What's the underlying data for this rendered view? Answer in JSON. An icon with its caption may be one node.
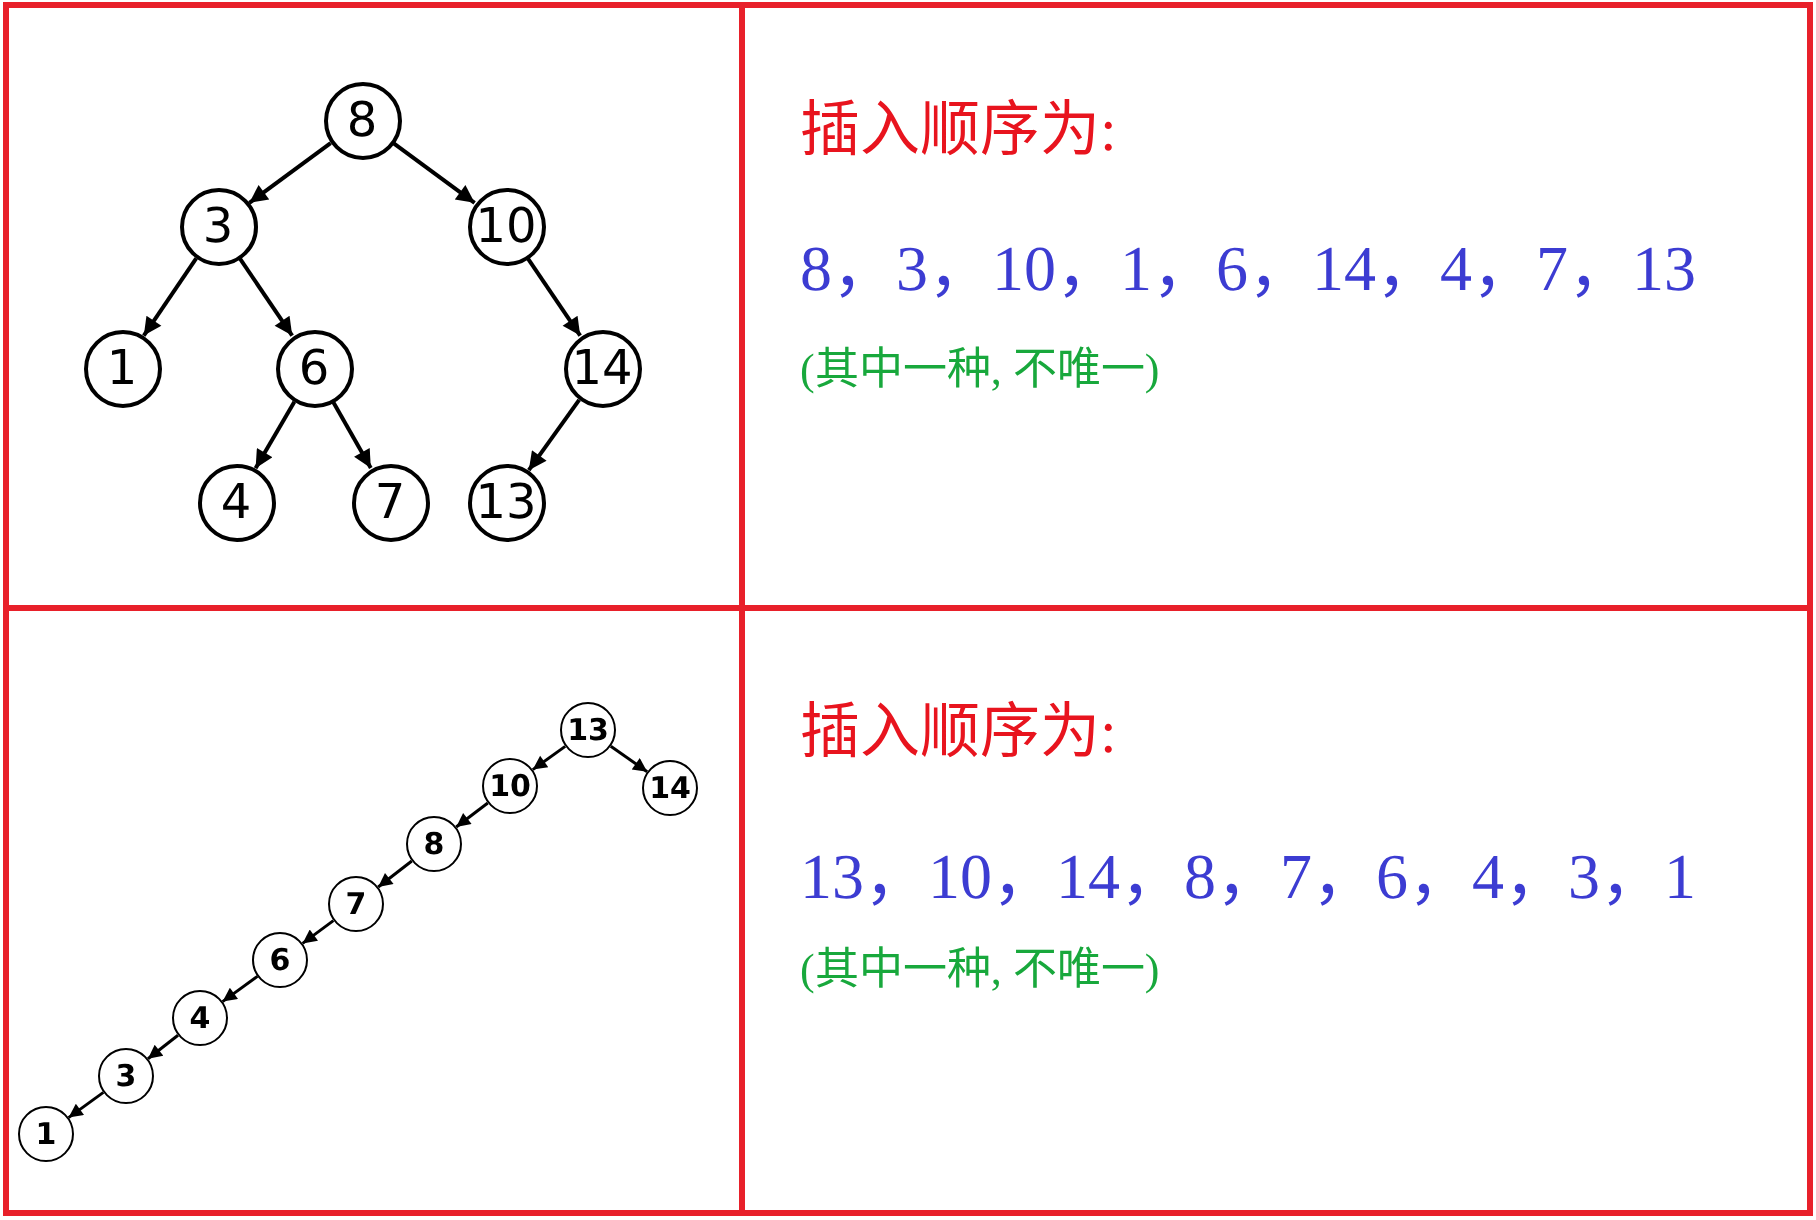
{
  "diagram": {
    "nodes": [
      {
        "text": [
          "8"
        ]
      },
      {
        "text": [
          "3"
        ]
      },
      {
        "text": [
          "10"
        ]
      },
      {
        "text": [
          "1"
        ]
      },
      {
        "text": [
          "6"
        ]
      },
      {
        "text": [
          "14"
        ]
      },
      {
        "text": [
          "4"
        ]
      },
      {
        "text": [
          "7"
        ]
      },
      {
        "text": [
          "13"
        ]
      },
      {
        "text": [
          "13"
        ]
      },
      {
        "text": [
          "10"
        ]
      },
      {
        "text": [
          "14"
        ]
      },
      {
        "text": [
          "8"
        ]
      },
      {
        "text": [
          "7"
        ]
      },
      {
        "text": [
          "6"
        ]
      },
      {
        "text": [
          "4"
        ]
      },
      {
        "text": [
          "3"
        ]
      },
      {
        "text": [
          "1"
        ]
      }
    ],
    "edges": [
      {
        "from": 0,
        "to": 1,
        "arrow": "to"
      },
      {
        "from": 0,
        "to": 2,
        "arrow": "to"
      },
      {
        "from": 1,
        "to": 3,
        "arrow": "to"
      },
      {
        "from": 1,
        "to": 4,
        "arrow": "to"
      },
      {
        "from": 2,
        "to": 5,
        "arrow": "to"
      },
      {
        "from": 4,
        "to": 6,
        "arrow": "to"
      },
      {
        "from": 4,
        "to": 7,
        "arrow": "to"
      },
      {
        "from": 5,
        "to": 8,
        "arrow": "to"
      },
      {
        "from": 9,
        "to": 10,
        "arrow": "to"
      },
      {
        "from": 9,
        "to": 11,
        "arrow": "to"
      },
      {
        "from": 10,
        "to": 12,
        "arrow": "to"
      },
      {
        "from": 12,
        "to": 13,
        "arrow": "to"
      },
      {
        "from": 13,
        "to": 14,
        "arrow": "to"
      },
      {
        "from": 14,
        "to": 15,
        "arrow": "to"
      },
      {
        "from": 15,
        "to": 16,
        "arrow": "to"
      },
      {
        "from": 16,
        "to": 17,
        "arrow": "to"
      }
    ],
    "labels": [
      "插入顺序为:",
      "8，3，10，1，6，14，4，7，13",
      "(其中一种, 不唯一)",
      "插入顺序为:",
      "13，10，14，8，7，6，4，3，1",
      "(其中一种, 不唯一)"
    ]
  }
}
